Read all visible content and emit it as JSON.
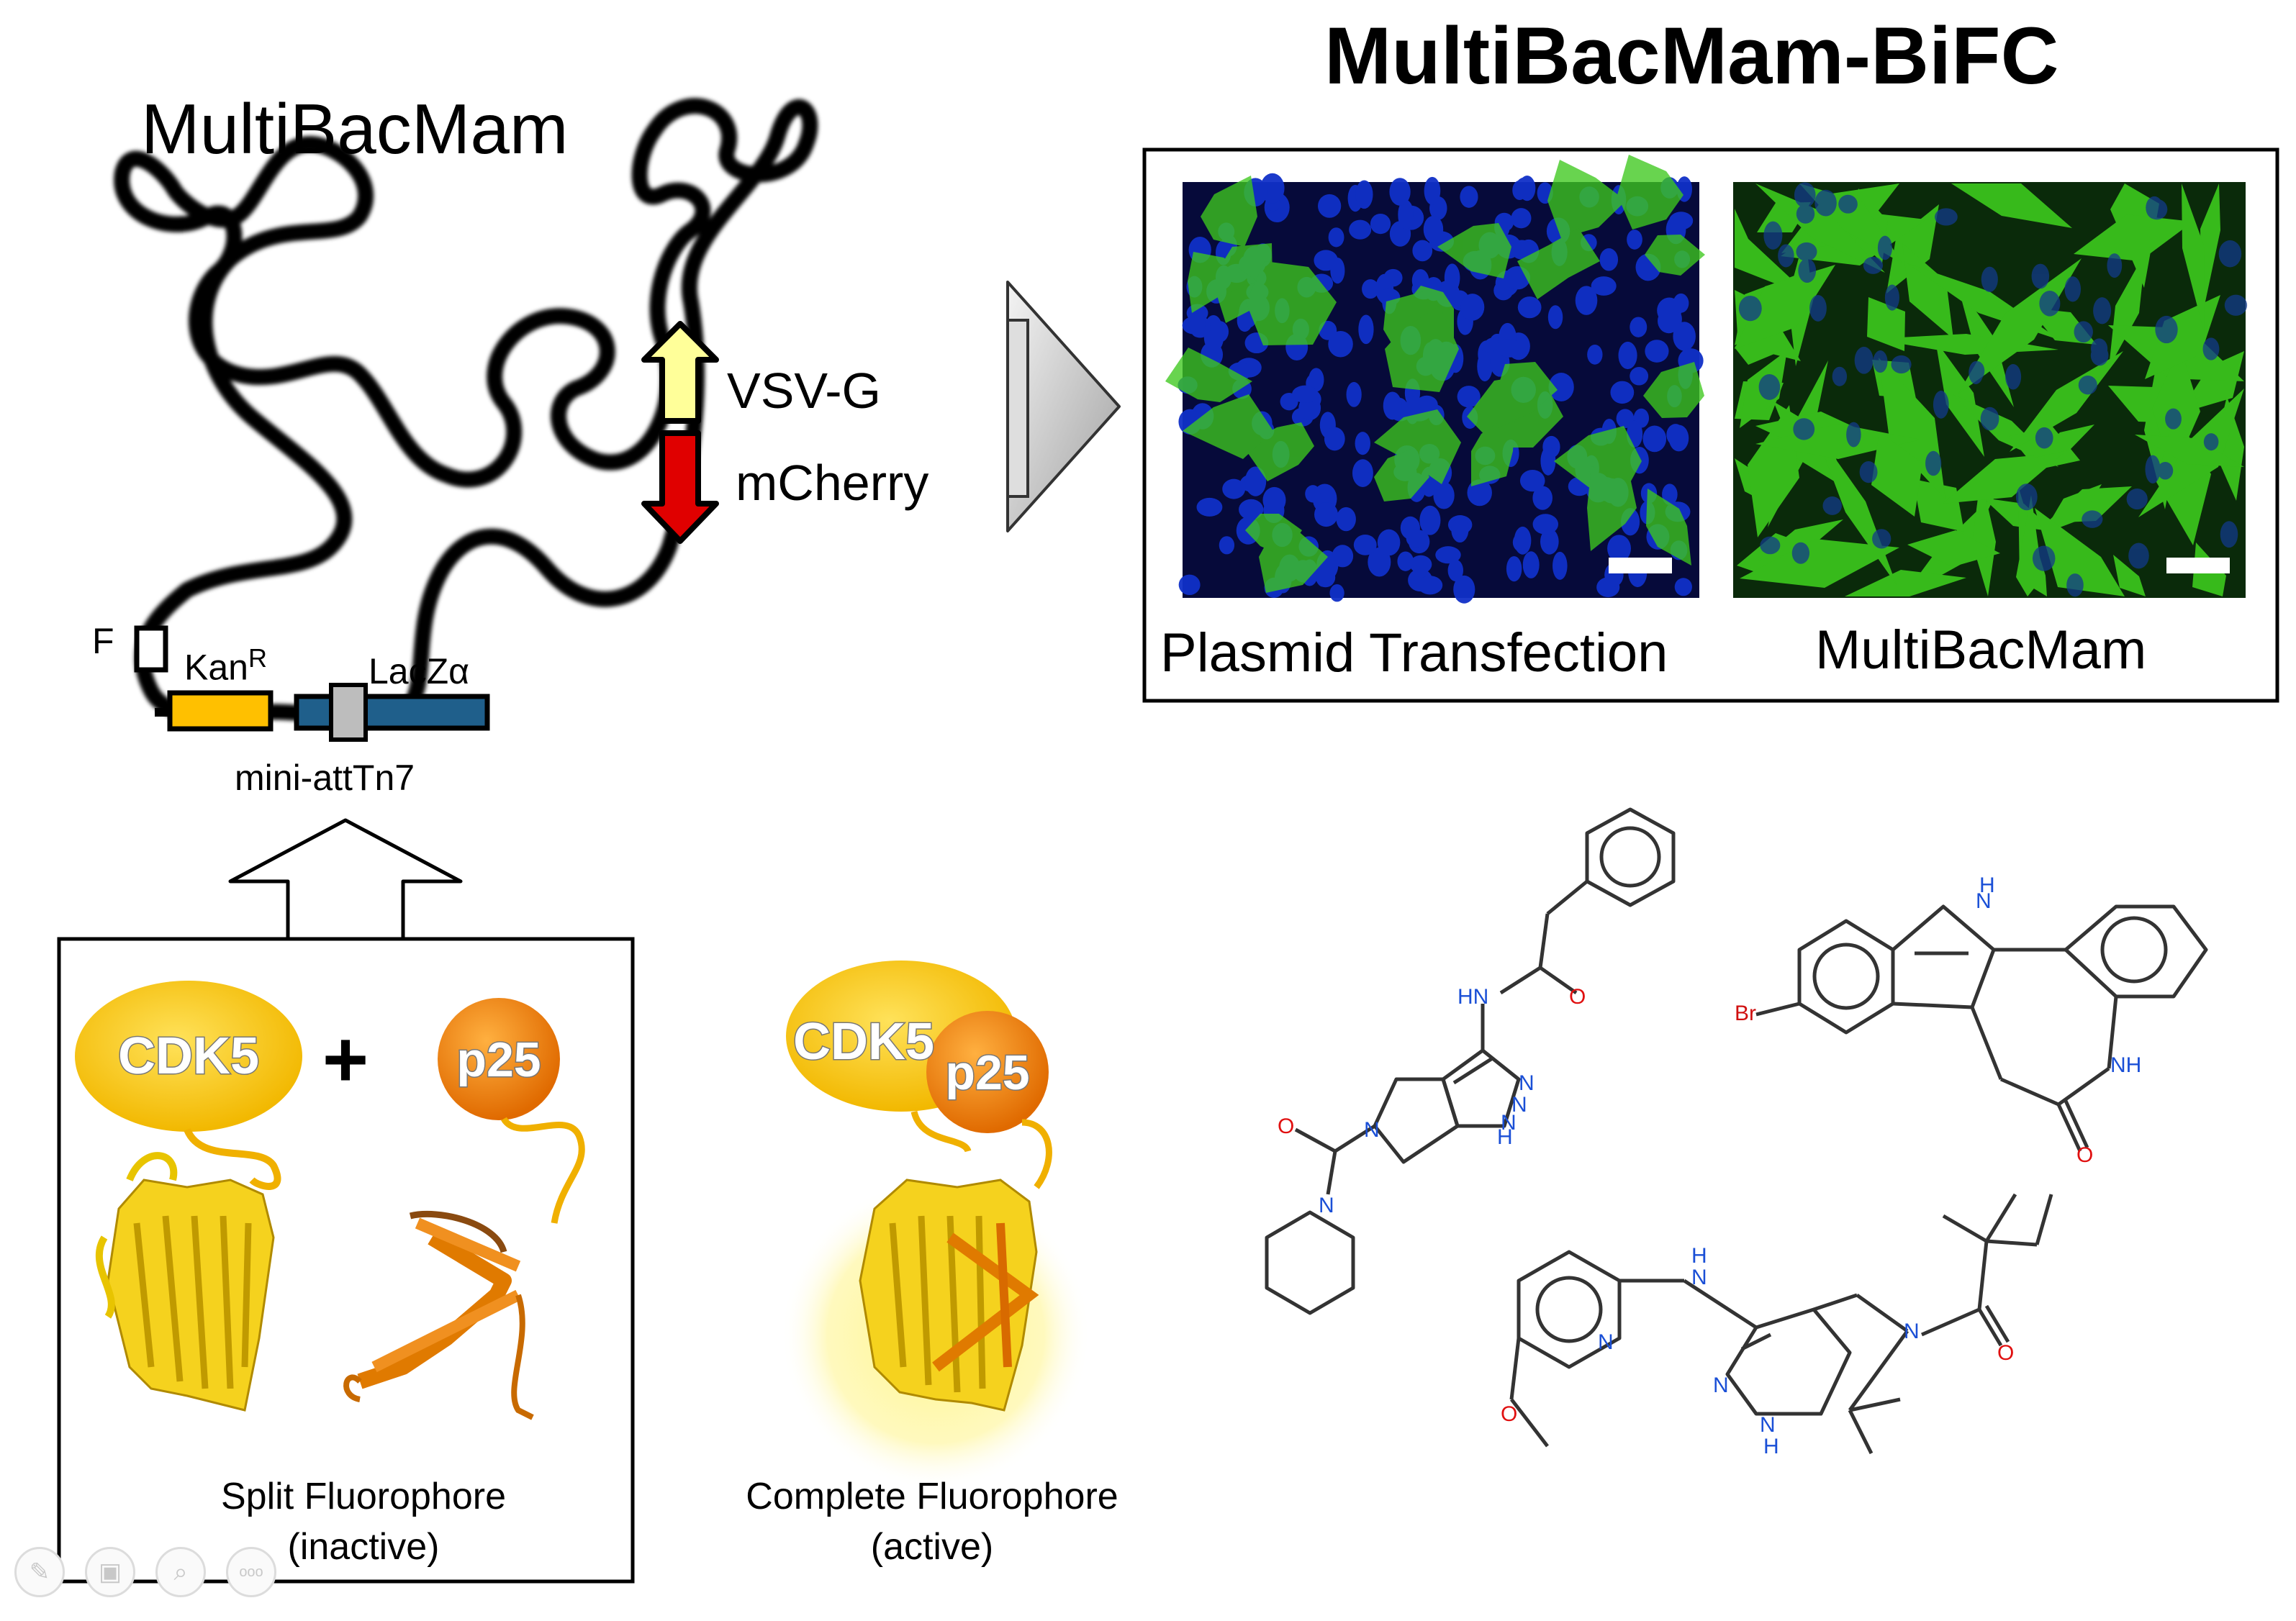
{
  "titles": {
    "main": "MultiBacMam-BiFC",
    "vector": "MultiBacMam"
  },
  "vector_elements": {
    "vsvg": "VSV-G",
    "mcherry": "mCherry",
    "f_site": "F",
    "kan_base": "Kan",
    "kan_sup": "R",
    "lacz": "LacZα",
    "mini_att": "mini-attTn7"
  },
  "micrographs": {
    "left_caption": "Plasmid Transfection",
    "right_caption": "MultiBacMam"
  },
  "bifc": {
    "cdk5": "CDK5",
    "plus": "+",
    "p25": "p25",
    "split_caption_line1": "Split Fluorophore",
    "split_caption_line2": "(inactive)",
    "complete_caption_line1": "Complete Fluorophore",
    "complete_caption_line2": "(active)"
  },
  "atoms": {
    "nh": "NH",
    "hn": "HN",
    "n": "N",
    "h": "H",
    "o": "O",
    "br": "Br"
  },
  "colors": {
    "yellow_arrow": "#ffff99",
    "red_arrow": "#e00000",
    "kan_gene": "#ffc000",
    "lacz_gene": "#1f5f8b",
    "nucleus_blue": "#1030c8",
    "cell_green": "#3ec81e",
    "atom_n": "#1a4fd6",
    "atom_o": "#e01010",
    "atom_br": "#d01010"
  },
  "toolbar": {
    "icons": [
      "pencil-icon",
      "save-icon",
      "zoom-icon",
      "more-icon"
    ],
    "more_label": "ooo"
  }
}
